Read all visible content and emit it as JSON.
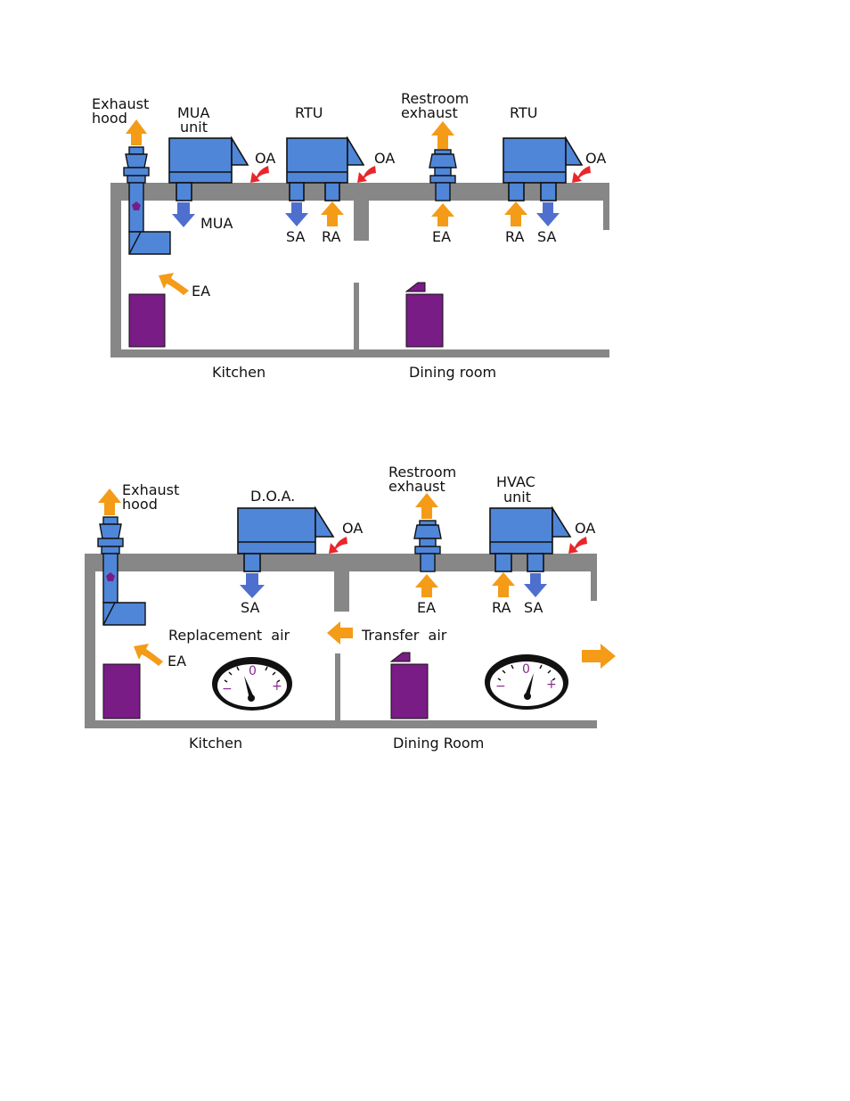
{
  "colors": {
    "wall": "#878787",
    "unit": "#4f86d8",
    "supply_arrow": "#4f6fcf",
    "exhaust_arrow": "#f49b17",
    "outside_air_arrow": "#e8262c",
    "appliance": "#7a1c86"
  },
  "diagram1": {
    "exhaust_hood": [
      "Exhaust",
      "hood"
    ],
    "mua_unit": [
      "MUA",
      "unit"
    ],
    "rtu_1": "RTU",
    "restroom_exhaust": [
      "Restroom",
      "exhaust"
    ],
    "rtu_2": "RTU",
    "oa_1": "OA",
    "oa_2": "OA",
    "oa_3": "OA",
    "mua": "MUA",
    "sa_1": "SA",
    "ra_1": "RA",
    "ea_restroom": "EA",
    "ra_2": "RA",
    "sa_2": "SA",
    "ea_kitchen": "EA",
    "room_kitchen": "Kitchen",
    "room_dining": "Dining room"
  },
  "diagram2": {
    "exhaust_hood": [
      "Exhaust",
      "hood"
    ],
    "doa": "D.O.A.",
    "restroom_exhaust": [
      "Restroom",
      "exhaust"
    ],
    "hvac_unit": [
      "HVAC",
      "unit"
    ],
    "oa_1": "OA",
    "oa_2": "OA",
    "sa_1": "SA",
    "ea_restroom": "EA",
    "ra": "RA",
    "sa_2": "SA",
    "replacement_air": "Replacement  air",
    "transfer_air": "Transfer  air",
    "ea_kitchen": "EA",
    "room_kitchen": "Kitchen",
    "room_dining": "Dining Room",
    "gauge_1": {
      "zero": "0",
      "minus": "−",
      "plus": "+"
    },
    "gauge_2": {
      "zero": "0",
      "minus": "−",
      "plus": "+"
    }
  }
}
